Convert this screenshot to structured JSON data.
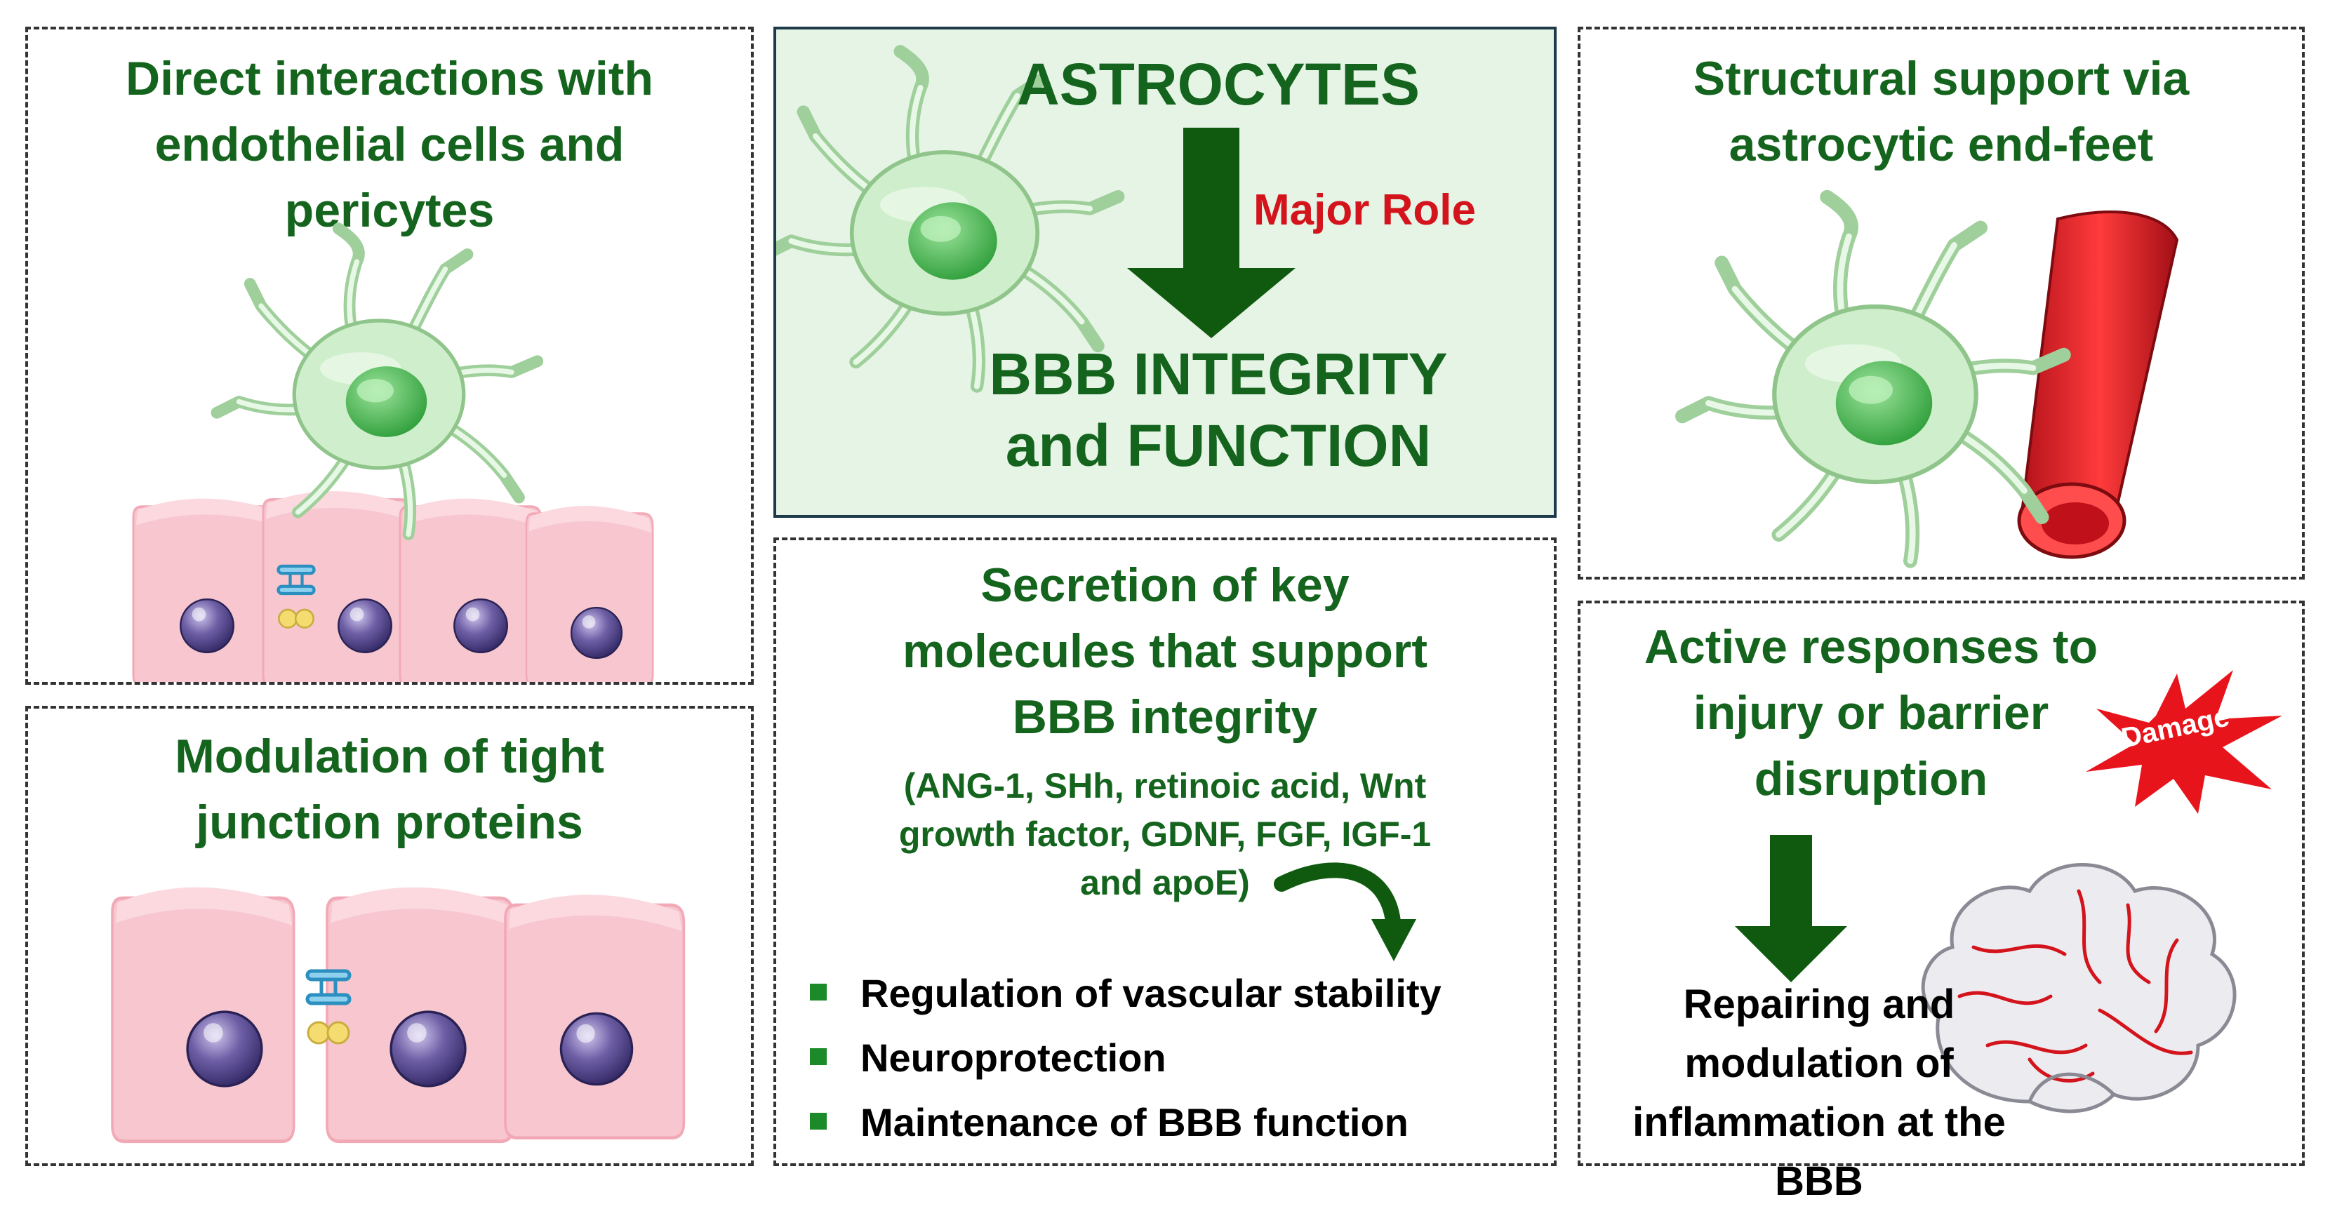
{
  "panels": {
    "direct": {
      "title_lines": [
        "Direct interactions with",
        "endothelial cells and",
        "pericytes"
      ]
    },
    "modulation": {
      "title_lines": [
        "Modulation of tight",
        "junction proteins"
      ]
    },
    "center": {
      "astrocytes": "ASTROCYTES",
      "major_role": "Major Role",
      "bbb_lines": [
        "BBB INTEGRITY",
        "and FUNCTION"
      ]
    },
    "secretion": {
      "title_lines": [
        "Secretion of key",
        "molecules that support",
        "BBB integrity"
      ],
      "molecules_lines": [
        "(ANG-1, SHh, retinoic acid, Wnt",
        "growth factor, GDNF, FGF, IGF-1",
        "and apoE)"
      ],
      "bullets": [
        "Regulation of vascular stability",
        "Neuroprotection",
        "Maintenance of BBB function"
      ]
    },
    "structural": {
      "title_lines": [
        "Structural support via",
        "astrocytic end-feet"
      ]
    },
    "active": {
      "title_lines": [
        "Active responses to",
        "injury or barrier",
        "disruption"
      ],
      "damage": "Damage",
      "result_lines": [
        "Repairing and",
        "modulation of",
        "inflammation at the BBB"
      ]
    }
  },
  "colors": {
    "green_text": "#14641e",
    "red_text": "#d4141c",
    "arrow": "#0f5a0f",
    "cell_pink": "#f7c6cf",
    "astro_green": "#cfeecc"
  }
}
